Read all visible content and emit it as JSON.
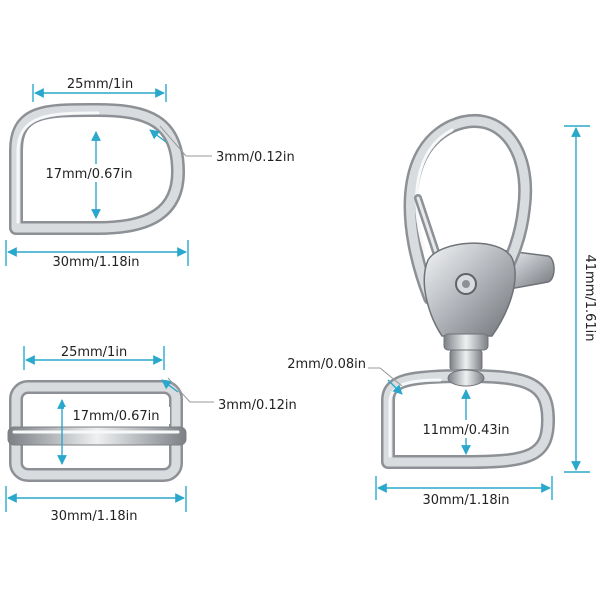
{
  "colors": {
    "dimension": "#2aa7cc",
    "metal_dark": "#8d9196",
    "metal_light": "#d9dcdf",
    "text": "#222222"
  },
  "d_ring": {
    "inner_width": "25mm/1in",
    "inner_height": "17mm/0.67in",
    "wire_thickness": "3mm/0.12in",
    "outer_width": "30mm/1.18in"
  },
  "slider": {
    "inner_width": "25mm/1in",
    "inner_height": "17mm/0.67in",
    "wire_thickness": "3mm/0.12in",
    "outer_width": "30mm/1.18in"
  },
  "clasp": {
    "total_height": "41mm/1.61in",
    "wire_thickness": "2mm/0.08in",
    "ring_inner_height": "11mm/0.43in",
    "ring_outer_width": "30mm/1.18in"
  }
}
